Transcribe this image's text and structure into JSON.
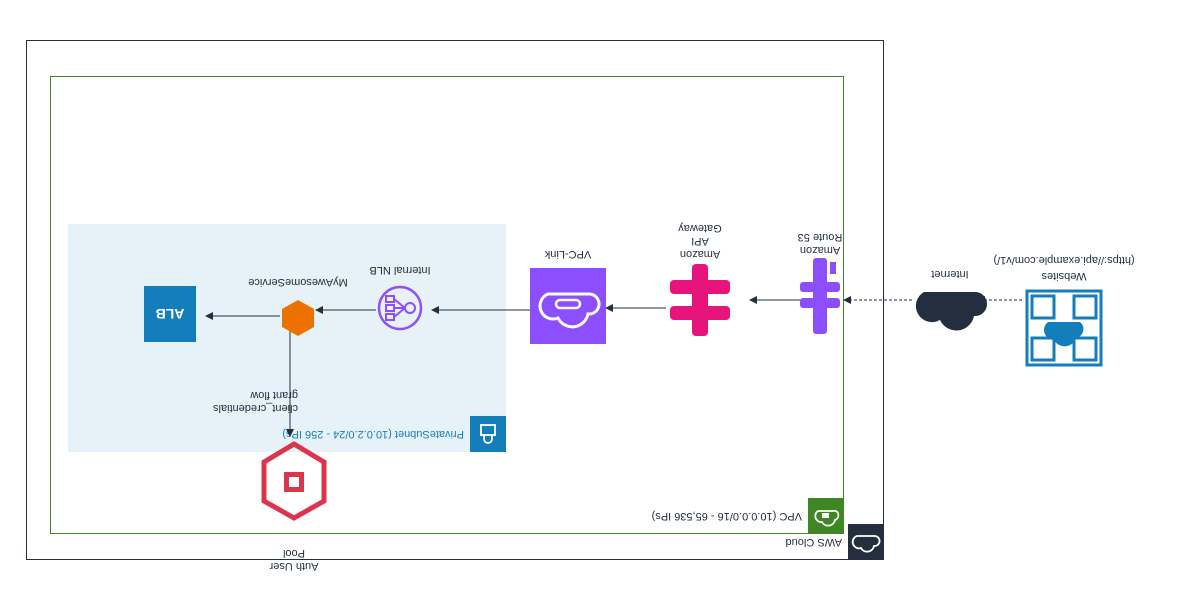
{
  "groups": {
    "aws_cloud": "AWS Cloud",
    "vpc": "VPC (10.0.0.0/16 - 65,536 IPs)",
    "private_subnet": "PrivateSubnet (10.0.2.0/24 - 256 IPs)"
  },
  "nodes": {
    "websites": "Websites",
    "url": "(https://api.example.com/v1/)",
    "internet": "Internet",
    "route53": "Amazon\nRoute 53",
    "api_gateway": "Amazon\nAPI\nGateway",
    "vpc_link": "VPC-Link",
    "internal_nlb": "Internal NLB",
    "service": "MyAwesomeService",
    "userpool": "Auth User\nPool",
    "client_flow": "client_credentials\ngrant flow",
    "alb": "ALB"
  },
  "colors": {
    "aws_cloud": "#232F3E",
    "vpc": "#3F8624",
    "subnet": "#147EBA",
    "subnet_bg": "#E6F2F8",
    "route53": "#8C4FFF",
    "api_gateway": "#E7157B",
    "vpc_link": "#8C4FFF",
    "nlb": "#8C4FFF",
    "service": "#ED7100",
    "cognito": "#DD344C",
    "internet": "#232F3E",
    "websites": "#147EBA",
    "alb": "#147EBA"
  }
}
